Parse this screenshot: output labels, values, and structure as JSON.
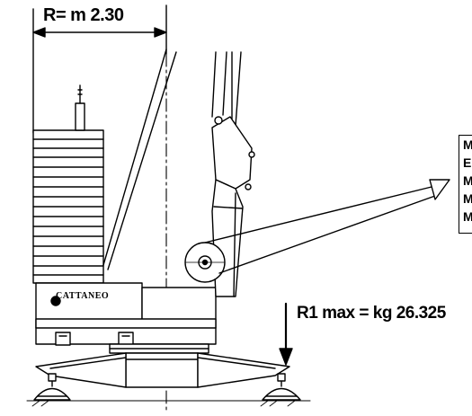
{
  "diagram": {
    "radius_label": "R= m 2.30",
    "reaction_label": "R1 max = kg 26.325",
    "logo_text": "CATTANEO",
    "legend_lines": [
      "M",
      "E",
      "M",
      "M",
      "M"
    ]
  },
  "colors": {
    "stroke": "#000000",
    "background": "#ffffff"
  }
}
